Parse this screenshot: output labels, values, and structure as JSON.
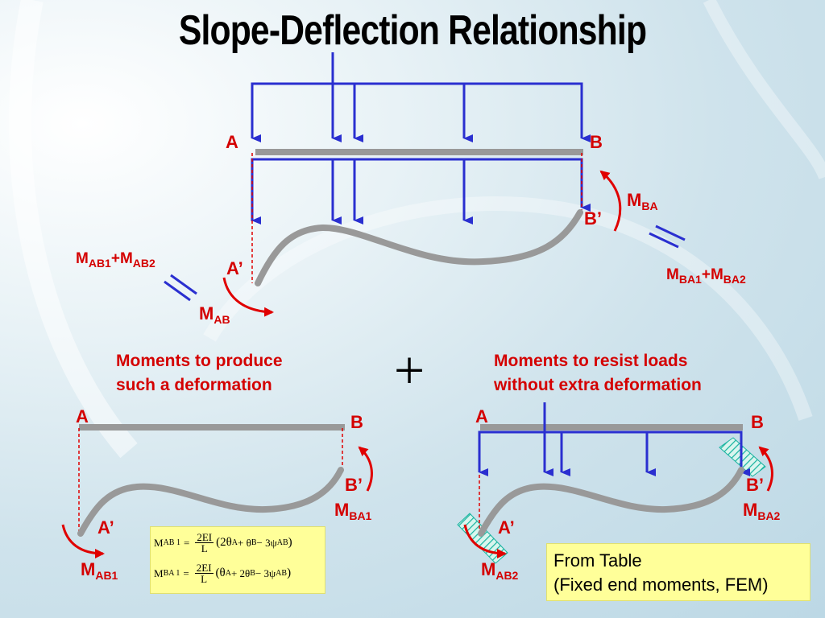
{
  "title": "Slope-Deflection Relationship",
  "colors": {
    "beam": "#999999",
    "load": "#2a2fd0",
    "moment": "#e00000",
    "label": "#d40000",
    "note_bg": "#ffff99",
    "hatch": "#19b4a0"
  },
  "top": {
    "label_A": "A",
    "label_B": "B",
    "label_A_prime": "A’",
    "label_B_prime": "B’",
    "m_ba": {
      "main": "M",
      "sub": "BA"
    },
    "m_ab": {
      "main": "M",
      "sub": "AB"
    },
    "m_ab_sum": {
      "m": "M",
      "s1": "AB1",
      "plus": "+M",
      "s2": "AB2"
    },
    "m_ba_sum": {
      "m": "M",
      "s1": "BA1",
      "plus": "+M",
      "s2": "BA2"
    }
  },
  "plus_sign": "+",
  "left": {
    "caption_line1": "Moments to produce",
    "caption_line2": "such a deformation",
    "label_A": "A",
    "label_B": "B",
    "label_A_prime": "A’",
    "label_B_prime": "B’",
    "m_ab1": {
      "main": "M",
      "sub": "AB1"
    },
    "m_ba1": {
      "main": "M",
      "sub": "BA1"
    }
  },
  "right": {
    "caption_line1": "Moments to resist loads",
    "caption_line2": "without extra deformation",
    "label_A": "A",
    "label_B": "B",
    "label_A_prime": "A’",
    "label_B_prime": "B’",
    "m_ab2": {
      "main": "M",
      "sub": "AB2"
    },
    "m_ba2": {
      "main": "M",
      "sub": "BA2"
    }
  },
  "formulas": {
    "row1": {
      "lhs_main": "M",
      "lhs_sub": "AB 1",
      "eq": "=",
      "num": "2EI",
      "den": "L",
      "paren": "(2θ",
      "a": "A",
      "plus": " + θ",
      "b": "B",
      "minus": " − 3ψ",
      "ab": "AB",
      "close": ")"
    },
    "row2": {
      "lhs_main": "M",
      "lhs_sub": "BA 1",
      "eq": "=",
      "num": "2EI",
      "den": "L",
      "paren": "(θ",
      "a": "A",
      "plus": " + 2θ",
      "b": "B",
      "minus": " − 3ψ",
      "ab": "AB",
      "close": ")"
    }
  },
  "fem_note": {
    "line1": "From Table",
    "line2": "(Fixed end moments, FEM)"
  }
}
